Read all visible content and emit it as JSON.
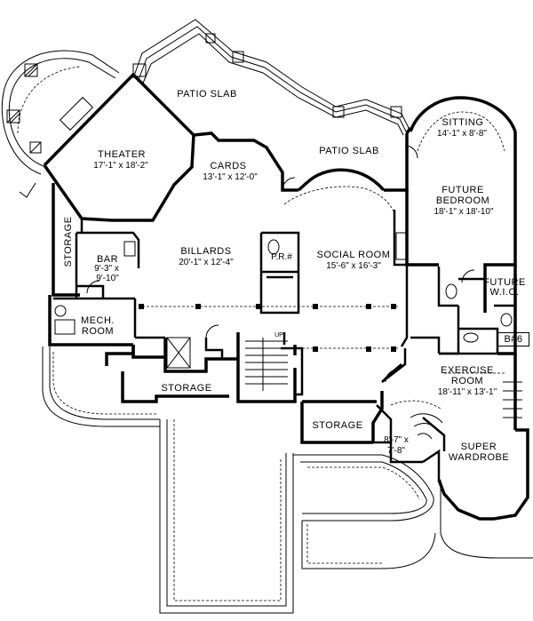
{
  "rooms": {
    "patio_slab_top": {
      "name": "PATIO SLAB"
    },
    "patio_slab_mid": {
      "name": "PATIO SLAB"
    },
    "theater": {
      "name": "THEATER",
      "dims": "17'-1\" x 18'-2\""
    },
    "cards": {
      "name": "CARDS",
      "dims": "13'-1\" x 12'-0\""
    },
    "sitting": {
      "name": "SITTING",
      "dims": "14'-1\" x 8'-8\""
    },
    "future_bedroom": {
      "name_line1": "FUTURE",
      "name_line2": "BEDROOM",
      "dims": "18'-1\" x 18'-10\""
    },
    "storage_left": {
      "name": "STORAGE"
    },
    "bar": {
      "name": "BAR",
      "dims_line1": "9'-3\" x",
      "dims_line2": "9'-10\""
    },
    "billards": {
      "name": "BILLARDS",
      "dims": "20'-1\" x 12'-4\""
    },
    "pr": {
      "name": "P.R.#"
    },
    "social_room": {
      "name": "SOCIAL ROOM",
      "dims": "15'-6\" x 16'-3\""
    },
    "future_wic": {
      "name_line1": "FUTURE",
      "name_line2": "W.I.C."
    },
    "bath6": {
      "name": "B#6"
    },
    "mech_room": {
      "name_line1": "MECH.",
      "name_line2": "ROOM"
    },
    "exercise_room": {
      "name_line1": "EXERCISE",
      "name_line2": "ROOM",
      "dims": "18'-11\" x 13'-1\""
    },
    "storage_stair": {
      "name": "STORAGE"
    },
    "storage_center": {
      "name": "STORAGE"
    },
    "closet": {
      "dims_line1": "8'-7\" x",
      "dims_line2": "7'-8\""
    },
    "super_wardrobe": {
      "name_line1": "SUPER",
      "name_line2": "WARDROBE"
    },
    "stair": {
      "tag": "UP"
    }
  }
}
